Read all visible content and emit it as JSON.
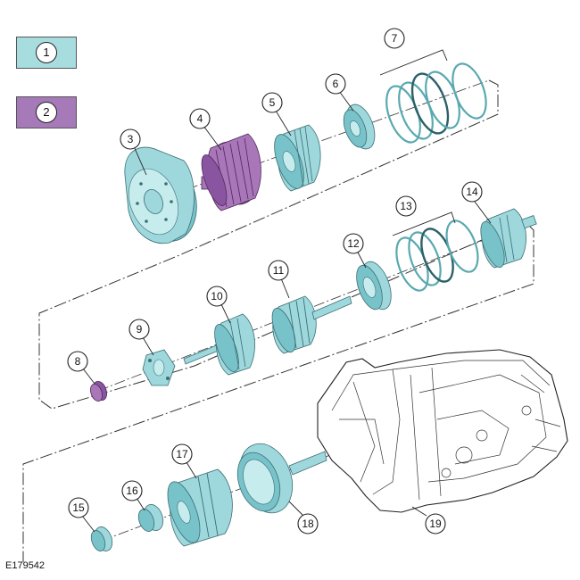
{
  "legend": [
    {
      "number": "1",
      "color": "#a8dde0"
    },
    {
      "number": "2",
      "color": "#a679b8"
    }
  ],
  "callouts": [
    "3",
    "4",
    "5",
    "6",
    "7",
    "8",
    "9",
    "10",
    "11",
    "12",
    "13",
    "14",
    "15",
    "16",
    "17",
    "18",
    "19"
  ],
  "reference_code": "E179542",
  "colors": {
    "cyan_part": "#9ed8dd",
    "purple_part": "#a876b9"
  }
}
